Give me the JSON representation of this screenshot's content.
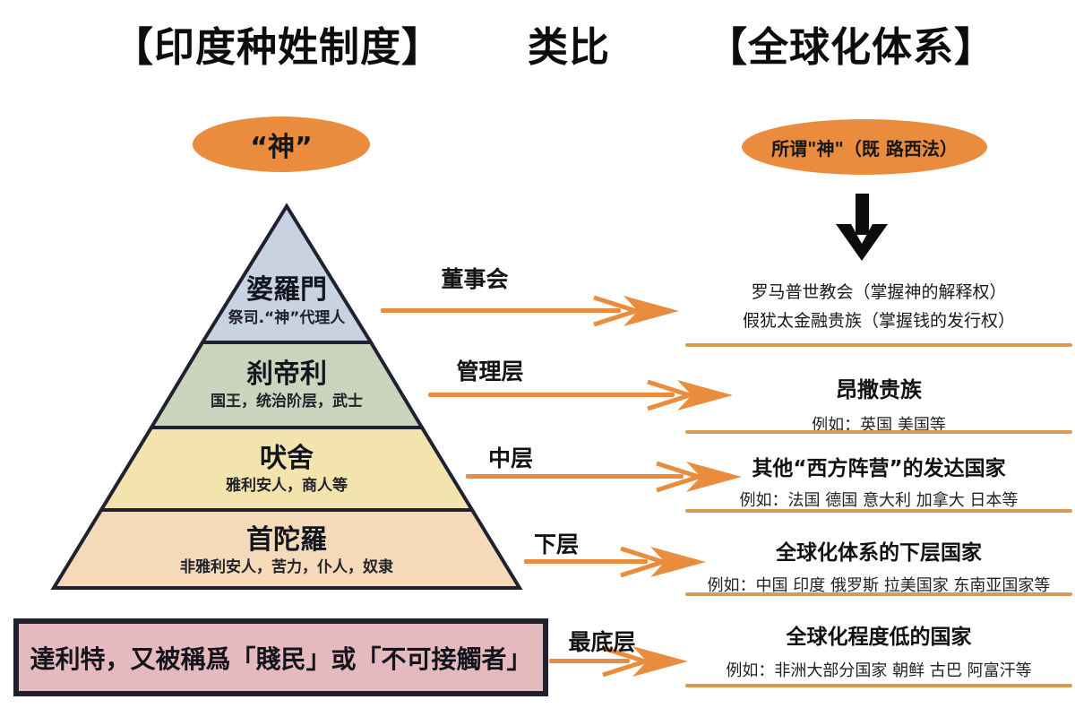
{
  "title": {
    "left": "【印度种姓制度】",
    "middle": "类比",
    "right": "【全球化体系】"
  },
  "left_column": {
    "god_label": "“神”",
    "pyramid": [
      {
        "name": "婆羅門",
        "desc": "祭司.“神”代理人",
        "color": "#c9d2e0"
      },
      {
        "name": "刹帝利",
        "desc": "国王，统治阶层，武士",
        "color": "#cbd4bd"
      },
      {
        "name": "吠舍",
        "desc": "雅利安人，商人等",
        "color": "#f3e3ad"
      },
      {
        "name": "首陀羅",
        "desc": "非雅利安人，苦力，仆人，奴隶",
        "color": "#f4dab8"
      }
    ],
    "dalit_box": "達利特，又被稱爲「賤民」或「不可接觸者」"
  },
  "middle_labels": [
    "董事会",
    "管理层",
    "中层",
    "下层",
    "最底层"
  ],
  "right_column": {
    "god_label": "所谓\"神\"（既 路西法）",
    "rows": [
      {
        "lines": [
          "罗马普世教会（掌握神的解释权）",
          "假犹太金融贵族（掌握钱的发行权）"
        ]
      },
      {
        "title": "昂撒贵族",
        "example": "例如：英国 美国等"
      },
      {
        "title": "其他“西方阵营”的发达国家",
        "example": "例如：法国 德国 意大利 加拿大 日本等"
      },
      {
        "title": "全球化体系的下层国家",
        "example": "例如：中国 印度 俄罗斯 拉美国家 东南亚国家等"
      },
      {
        "title": "全球化程度低的国家",
        "example": "例如：非洲大部分国家 朝鲜 古巴 阿富汗等"
      }
    ]
  },
  "colors": {
    "accent_orange": "#e98c3e",
    "separator_orange": "#d99a55",
    "pyramid_fills": [
      "#c9d2e0",
      "#cbd4bd",
      "#f3e3ad",
      "#f4dab8"
    ],
    "dalit_pink": "#e5babe",
    "outline_dark": "#1f2030",
    "arrow_black": "#0d0d0d"
  }
}
